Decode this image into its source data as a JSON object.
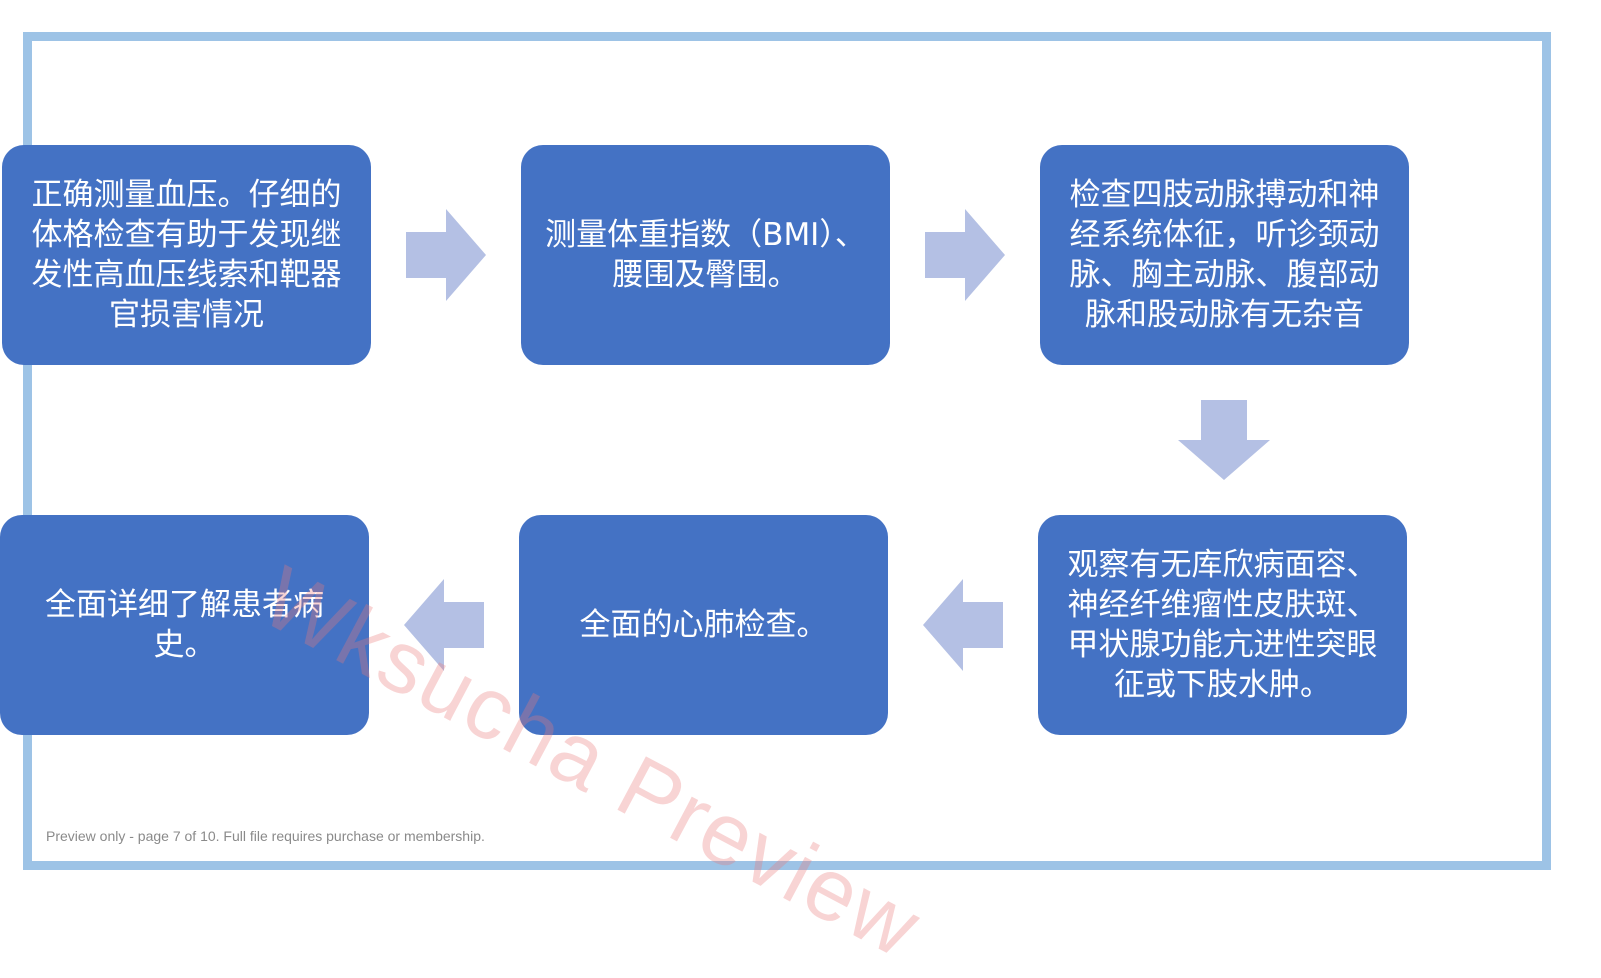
{
  "steps": [
    {
      "text": "正确测量血压。仔细的体格检查有助于发现继发性高血压线索和靶器官损害情况"
    },
    {
      "text": "测量体重指数（BMI）、\n腰围及臀围。"
    },
    {
      "text": "检查四肢动脉搏动和神经系统体征，听诊颈动脉、胸主动脉、腹部动脉和股动脉有无杂音"
    },
    {
      "text": "观察有无库欣病面容、神经纤维瘤性皮肤斑、甲状腺功能亢进性突眼征或下肢水肿。"
    },
    {
      "text": "全面的心肺检查。"
    },
    {
      "text": "全面详细了解患者病史。"
    }
  ],
  "watermark": "Wksucha Preview",
  "footer": "Preview only - page 7 of 10. Full file requires purchase or membership.",
  "colors": {
    "box_fill": "#4472c4",
    "arrow_fill": "#b4c0e4",
    "frame_border": "#9dc3e6",
    "box_text": "#ffffff"
  }
}
